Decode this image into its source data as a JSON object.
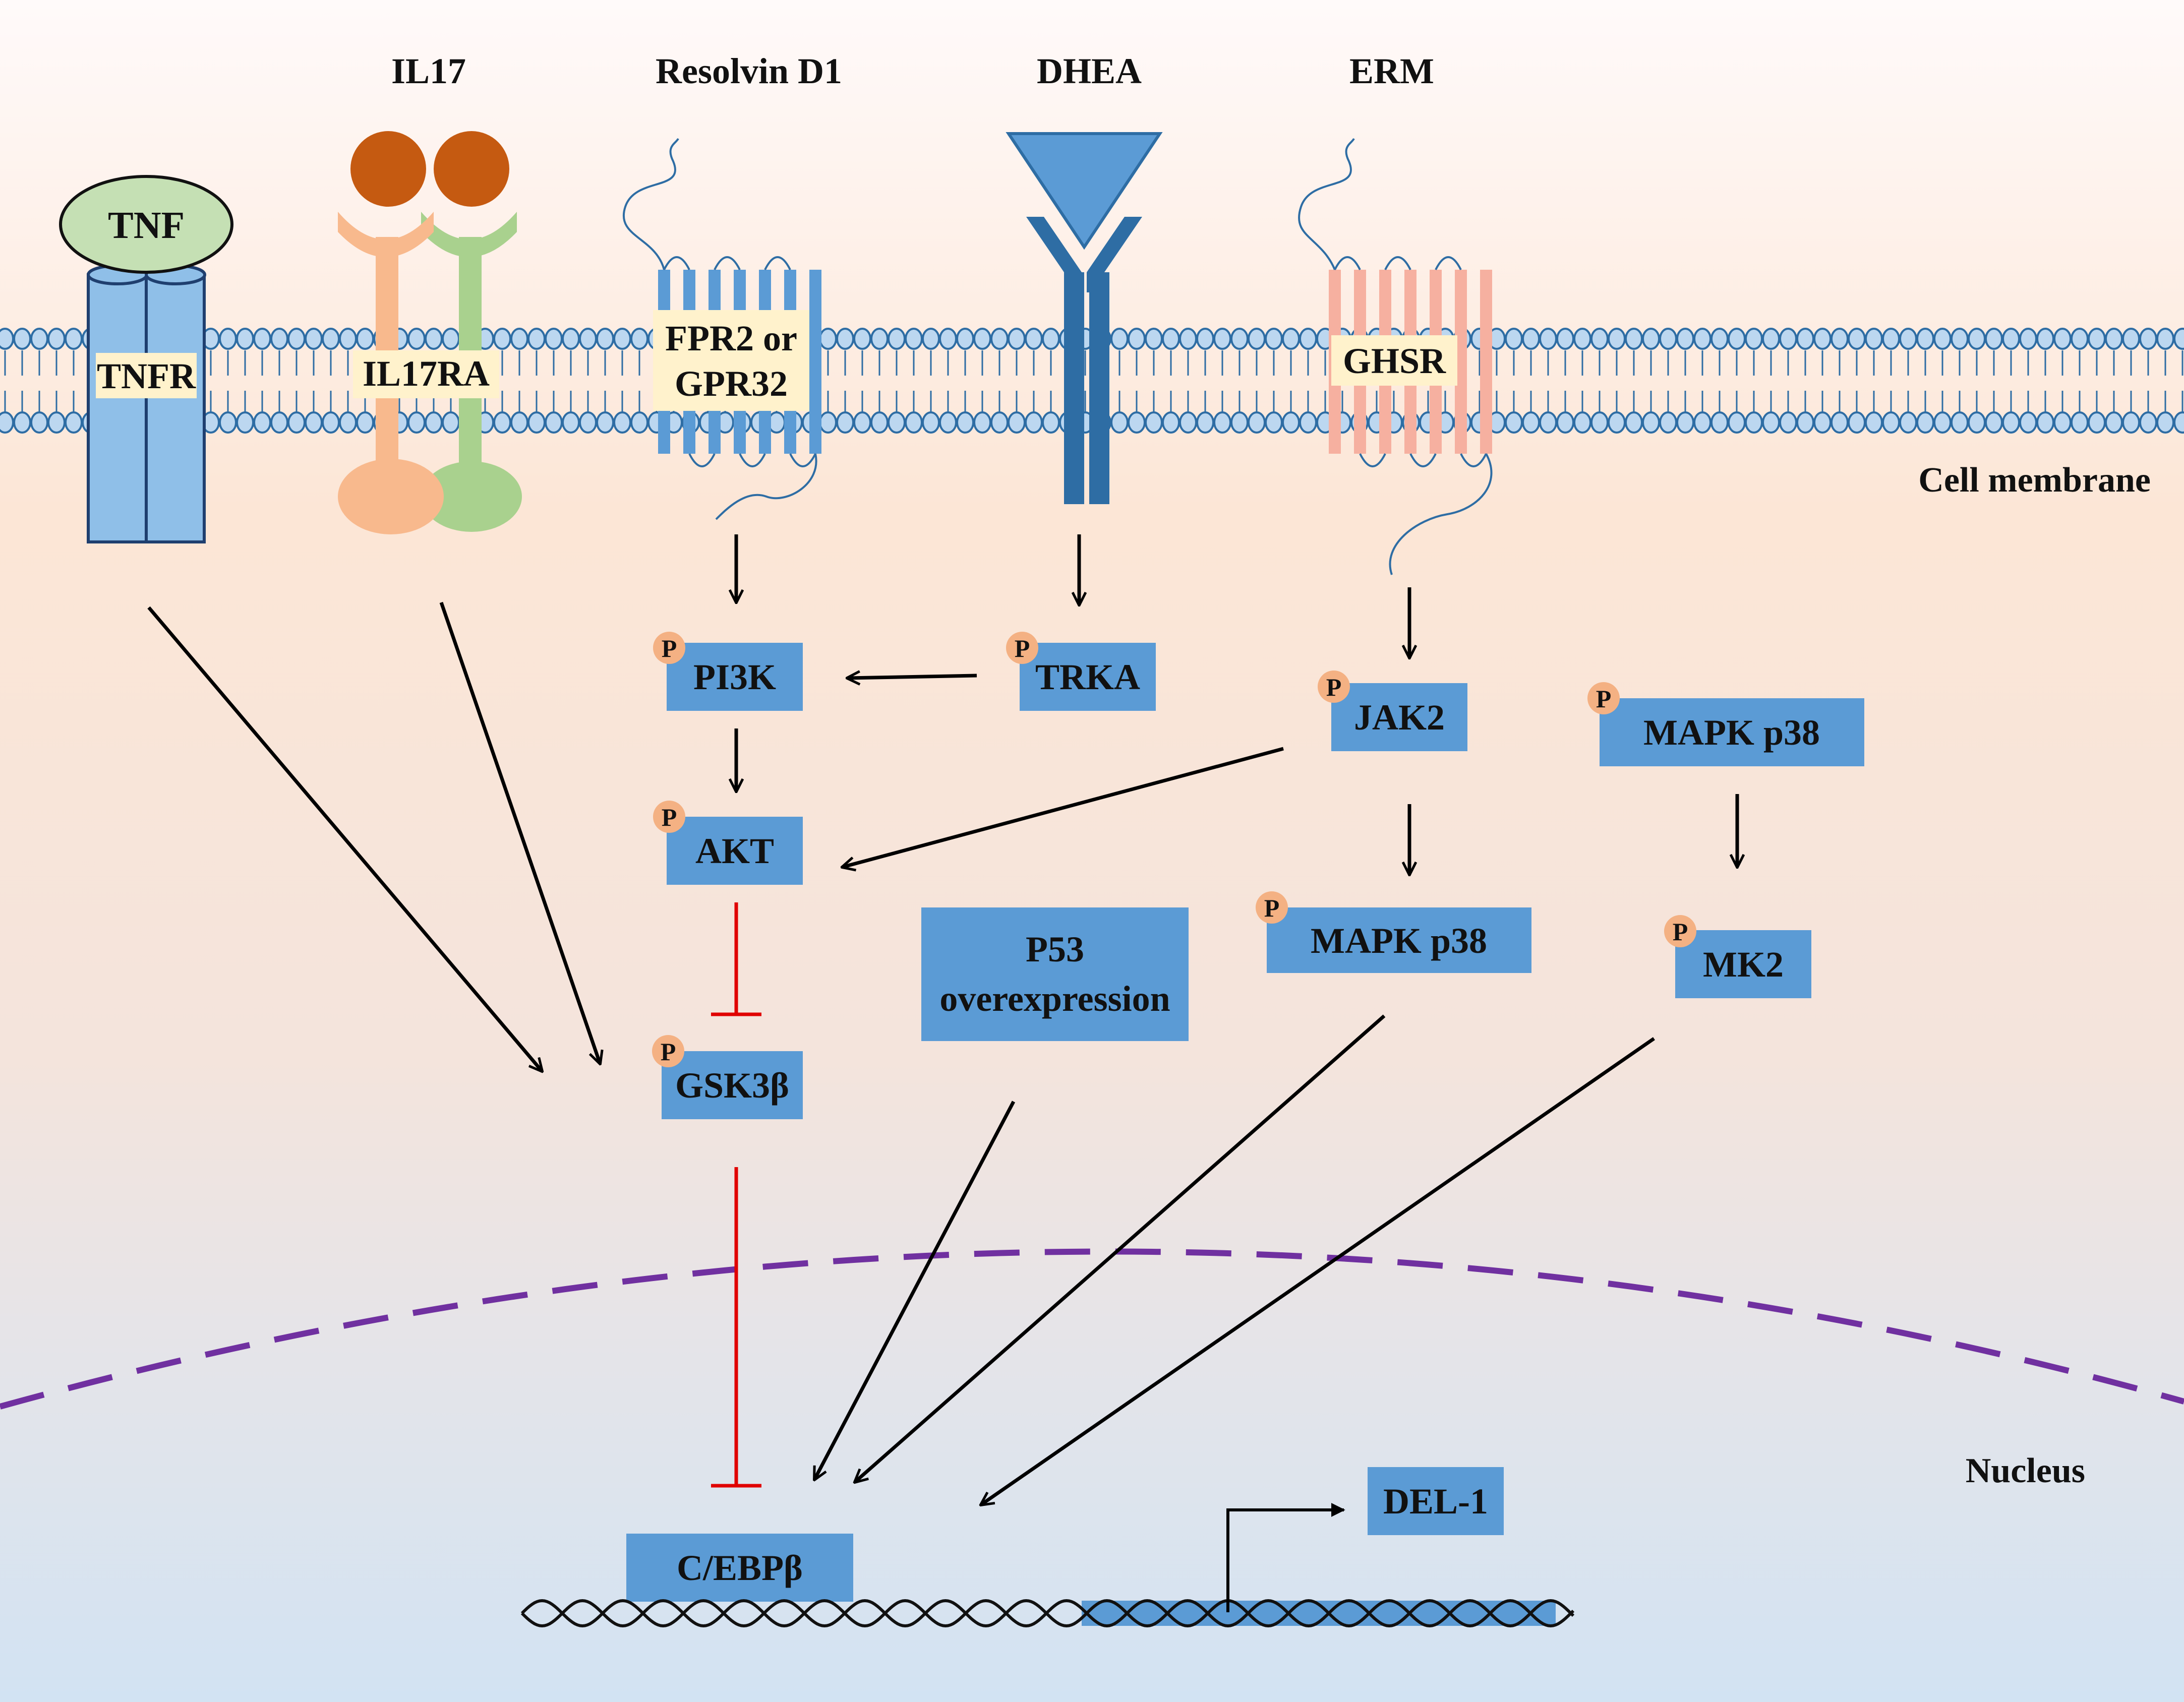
{
  "ligands": {
    "il17": "IL17",
    "resolvin": "Resolvin D1",
    "dhea": "DHEA",
    "erm": "ERM",
    "tnf": "TNF"
  },
  "receptors": {
    "tnfr": "TNFR",
    "il17ra": "IL17RA",
    "fpr2_line1": "FPR2 or",
    "fpr2_line2": "GPR32",
    "ghsr": "GHSR"
  },
  "regions": {
    "membrane": "Cell membrane",
    "nucleus": "Nucleus"
  },
  "phospho_label": "P",
  "nodes": {
    "pi3k": "PI3K",
    "trka": "TRKA",
    "jak2": "JAK2",
    "mapk_p38_top": "MAPK p38",
    "akt": "AKT",
    "p53_line1": "P53",
    "p53_line2": "overexpression",
    "mapk_p38_mid": "MAPK p38",
    "mk2": "MK2",
    "gsk3b": "GSK3β",
    "cebpb": "C/EBPβ",
    "del1": "DEL-1"
  },
  "colors": {
    "box_blue": "#5b9bd5",
    "phospho_orange": "#f4b183",
    "il17_ligand": "#c55a11",
    "il17ra_orange": "#f8b98d",
    "il17ra_green": "#a9d18e",
    "tnf_green": "#c5e0b4",
    "ghsr_salmon": "#f6b0a0",
    "trka_dark": "#2e6da4",
    "inhibit_red": "#e00000",
    "nucleus_purple": "#7030a0",
    "label_yellow": "#fff2cc"
  }
}
